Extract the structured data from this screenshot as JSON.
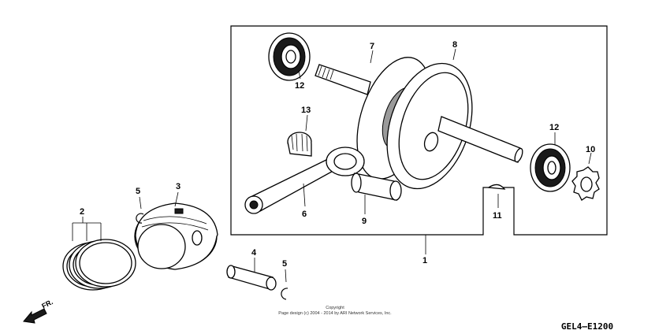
{
  "labels": {
    "p1": "1",
    "p2": "2",
    "p3": "3",
    "p4": "4",
    "p5a": "5",
    "p5b": "5",
    "p6": "6",
    "p7": "7",
    "p8": "8",
    "p9": "9",
    "p10": "10",
    "p11": "11",
    "p12a": "12",
    "p12b": "12",
    "p13": "13"
  },
  "front_arrow": "FR.",
  "copyright": {
    "line1": "Copyright",
    "line2": "Page design (c) 2004 - 2014 by ARI Network Services, Inc."
  },
  "diagram_code": "GEL4–E1200"
}
